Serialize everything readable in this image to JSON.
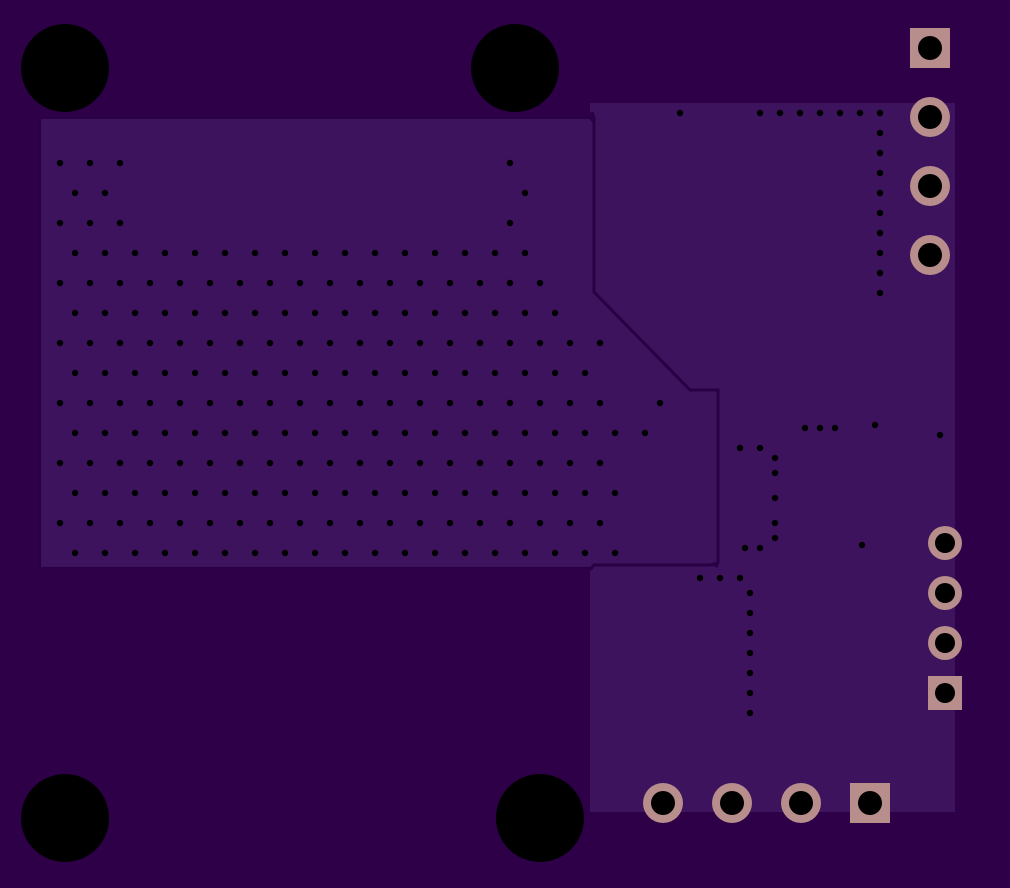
{
  "colors": {
    "board": "#2d0047",
    "copper_pour": "#3c135c",
    "pour_edge": "#2a0045",
    "via": "#000000",
    "mounting_hole": "#000000",
    "pad_copper": "#b78e8c",
    "drill": "#000000"
  },
  "board": {
    "mounting_holes": 4,
    "headers": [
      {
        "name": "header-top-right",
        "pins": 4,
        "pin1": "square"
      },
      {
        "name": "header-right-middle",
        "pins": 4,
        "pin1": "square"
      },
      {
        "name": "header-bottom",
        "pins": 4,
        "pin1": "square"
      }
    ]
  }
}
